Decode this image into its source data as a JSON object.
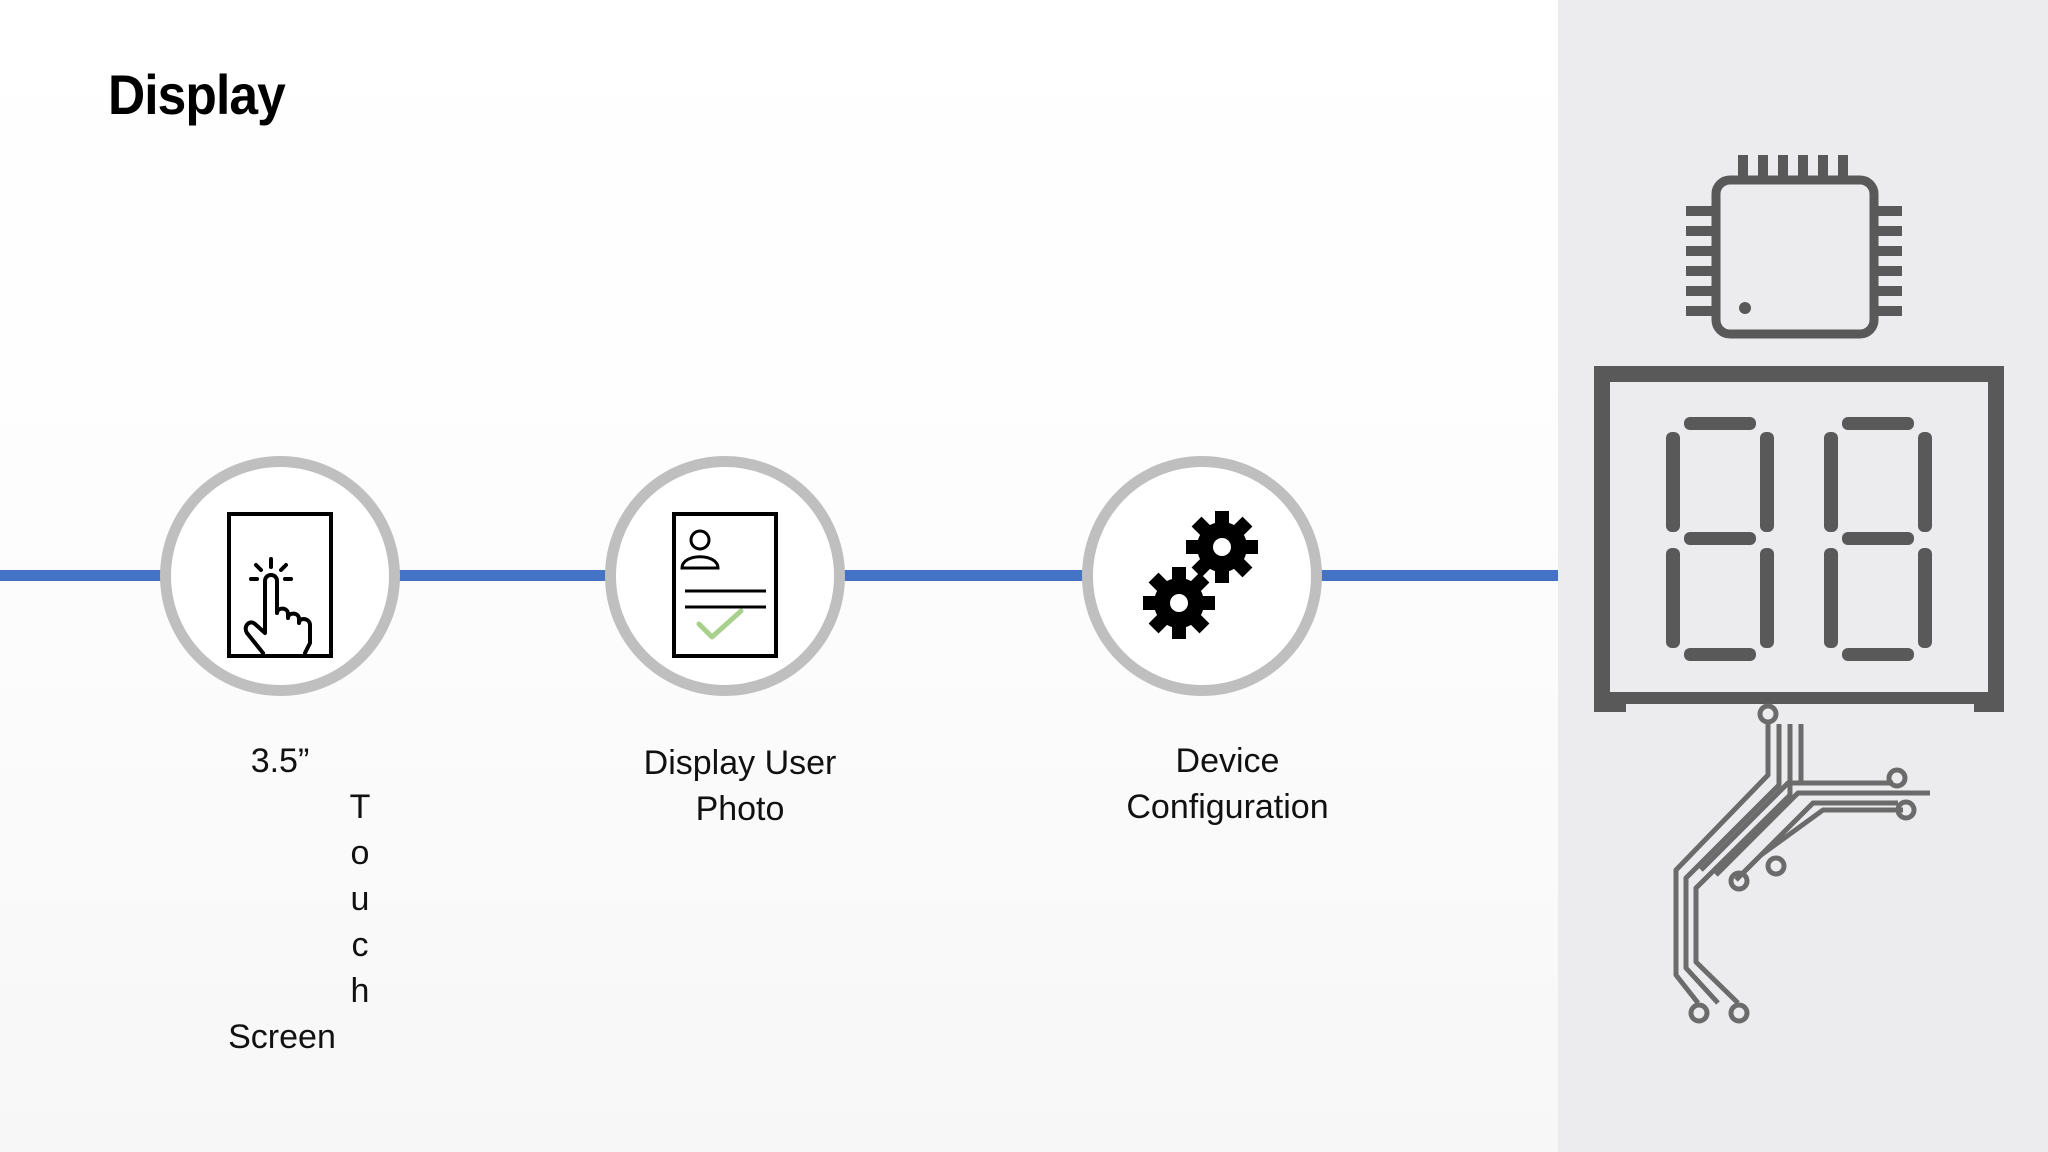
{
  "slide": {
    "title": "Display"
  },
  "steps": [
    {
      "label_top": "3.5”",
      "label_vertical": [
        "T",
        "o",
        "u",
        "c",
        "h"
      ],
      "label_bottom": "Screen",
      "icon": "touch-screen-icon"
    },
    {
      "label": "Display User Photo",
      "icon": "user-photo-document-icon"
    },
    {
      "label": "Device Configuration",
      "icon": "gears-icon"
    }
  ],
  "decor": {
    "icons": [
      "microchip-icon",
      "seven-segment-display-icon",
      "circuit-traces-icon"
    ]
  },
  "colors": {
    "timeline": "#4472c4",
    "node_ring": "#bfbfbf",
    "panel": "#ececef",
    "hardware_gray": "#595959",
    "check_green": "#a9d18e"
  }
}
